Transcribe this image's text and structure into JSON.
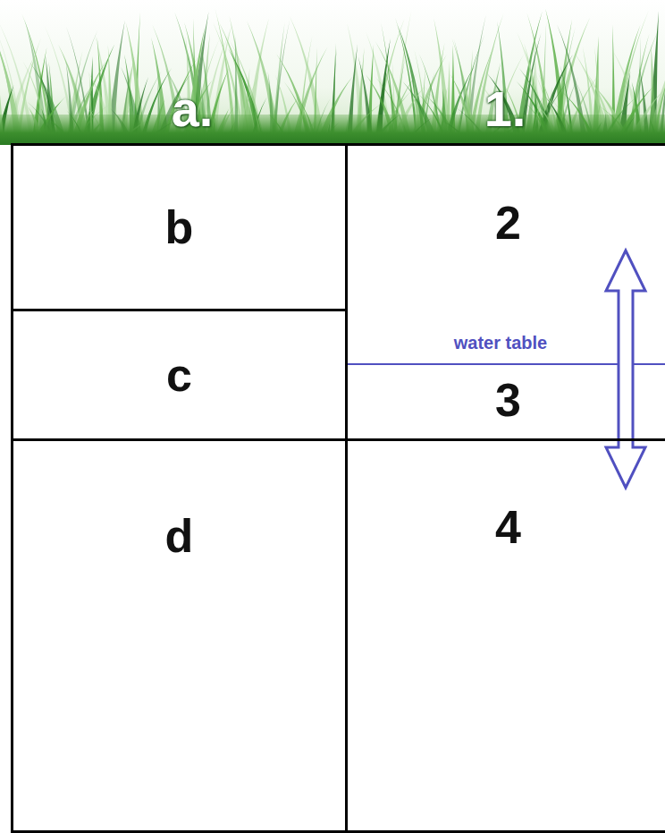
{
  "diagram": {
    "nodes": [
      {
        "text": [
          "b"
        ]
      },
      {
        "text": [
          "2",
          "3"
        ]
      },
      {
        "text": [
          "c"
        ]
      },
      {
        "text": [
          "d"
        ]
      },
      {
        "text": [
          "4"
        ]
      }
    ],
    "labels": [
      "a.",
      "1.",
      "water table"
    ]
  }
}
